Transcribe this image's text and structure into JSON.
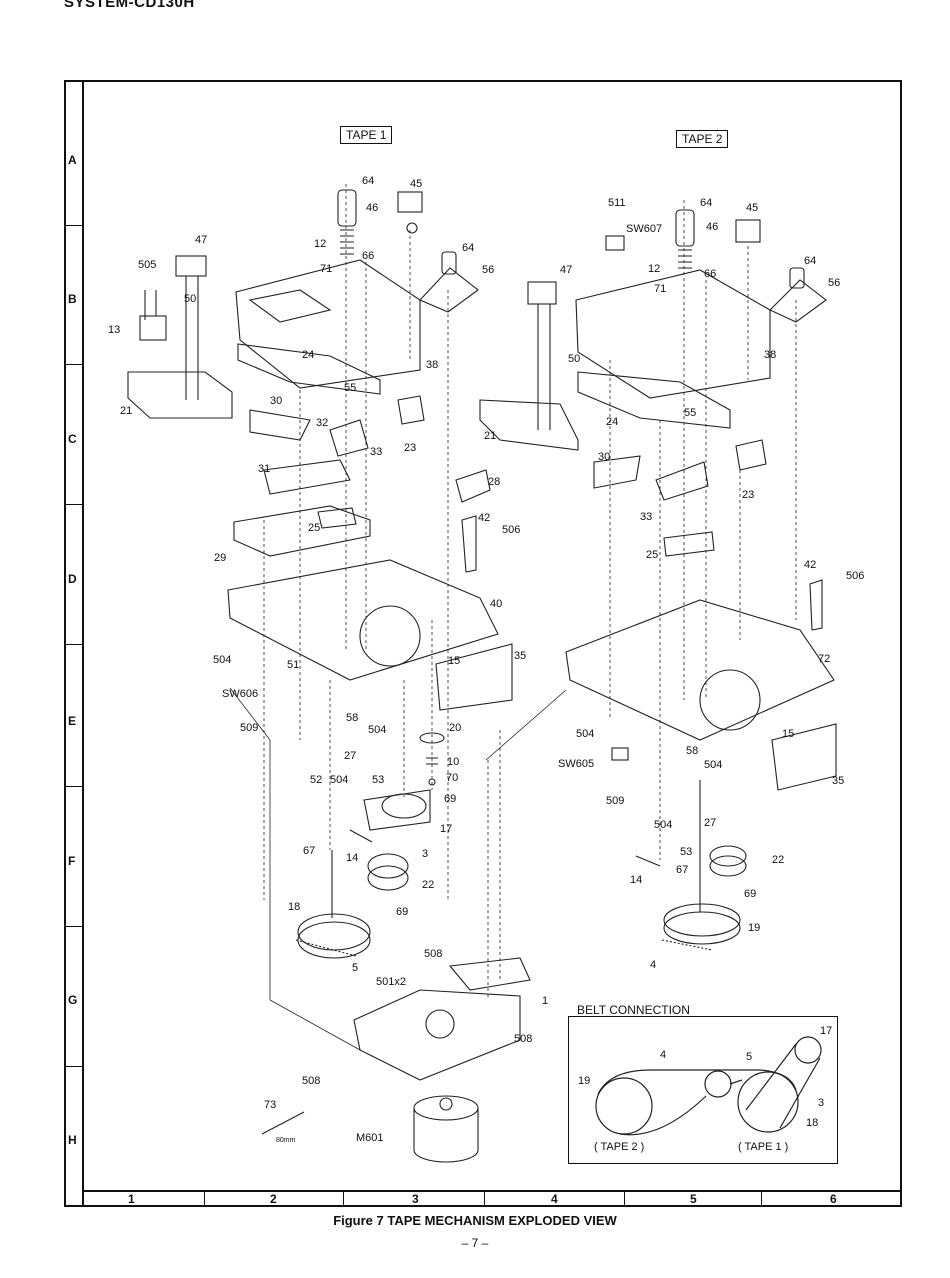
{
  "header": "SYSTEM-CD130H",
  "tape1_label": "TAPE 1",
  "tape2_label": "TAPE 2",
  "row_labels": [
    "A",
    "B",
    "C",
    "D",
    "E",
    "F",
    "G",
    "H"
  ],
  "col_labels": [
    "1",
    "2",
    "3",
    "4",
    "5",
    "6"
  ],
  "tape1_parts": [
    "64",
    "45",
    "46",
    "12",
    "66",
    "71",
    "64",
    "56",
    "47",
    "505",
    "50",
    "13",
    "21",
    "38",
    "24",
    "55",
    "30",
    "32",
    "33",
    "23",
    "31",
    "28",
    "25",
    "42",
    "506",
    "29",
    "40",
    "504",
    "35",
    "51",
    "15",
    "SW606",
    "58",
    "20",
    "509",
    "27",
    "504",
    "10",
    "52",
    "504",
    "53",
    "70",
    "69",
    "67",
    "14",
    "17",
    "3",
    "22",
    "69",
    "18",
    "5",
    "508",
    "501x2",
    "1",
    "508",
    "508",
    "73",
    "M601"
  ],
  "tape2_parts": [
    "511",
    "64",
    "45",
    "SW607",
    "46",
    "12",
    "64",
    "66",
    "71",
    "56",
    "47",
    "50",
    "38",
    "21",
    "24",
    "55",
    "30",
    "23",
    "33",
    "25",
    "42",
    "506",
    "72",
    "504",
    "15",
    "SW605",
    "504",
    "58",
    "35",
    "509",
    "504",
    "27",
    "53",
    "14",
    "67",
    "22",
    "69",
    "19",
    "4"
  ],
  "belt_connection": {
    "title": "BELT CONNECTION",
    "labels": [
      "17",
      "4",
      "5",
      "19",
      "3",
      "18"
    ],
    "tape2_caption": "( TAPE 2 )",
    "tape1_caption": "( TAPE 1 )"
  },
  "scale_note": "80mm",
  "caption": "Figure 7 TAPE MECHANISM EXPLODED VIEW",
  "page_number": "– 7 –"
}
